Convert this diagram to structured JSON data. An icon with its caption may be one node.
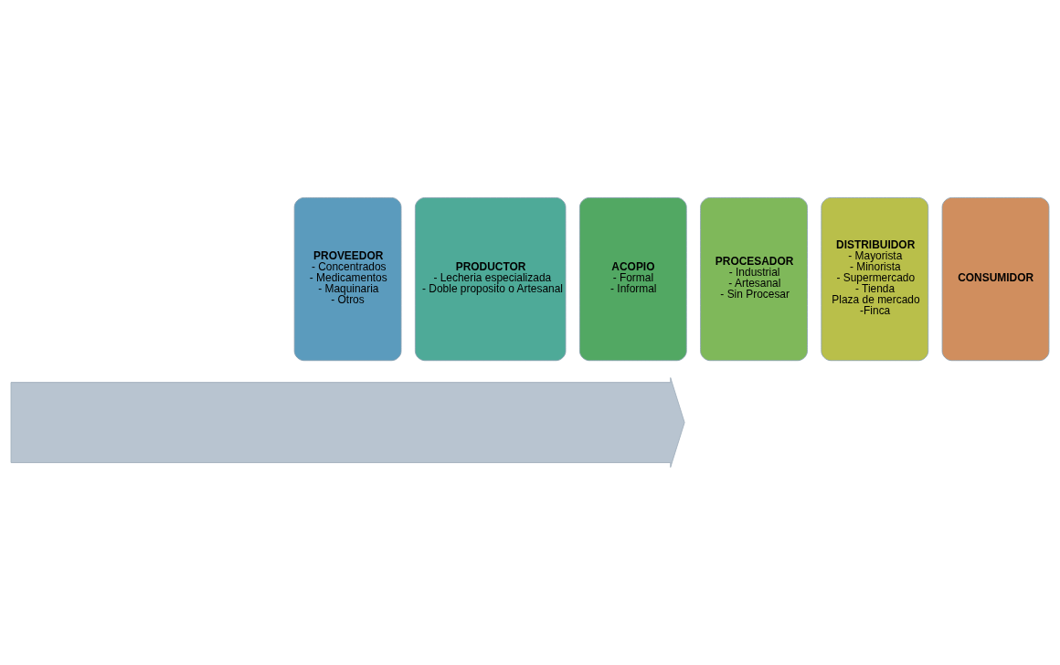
{
  "diagram": {
    "nodes": [
      {
        "text": [
          "PROVEEDOR",
          "- Concentrados",
          "- Medicamentos",
          "- Maquinaria",
          "- Otros"
        ]
      },
      {
        "text": [
          "PRODUCTOR",
          "- Lecheria especializada",
          "- Doble proposito o Artesanal"
        ]
      },
      {
        "text": [
          "ACOPIO",
          "- Formal",
          "- Informal"
        ]
      },
      {
        "text": [
          "PROCESADOR",
          "- Industrial",
          "- Artesanal",
          "- Sin Procesar"
        ]
      },
      {
        "text": [
          "DISTRIBUIDOR",
          "- Mayorista",
          "- Minorista",
          "- Supermercado",
          "- Tienda",
          "Plaza de mercado",
          "-Finca"
        ]
      },
      {
        "text": [
          "CONSUMIDOR"
        ]
      },
      {
        "text": [],
        "shape": "arrow"
      }
    ]
  }
}
